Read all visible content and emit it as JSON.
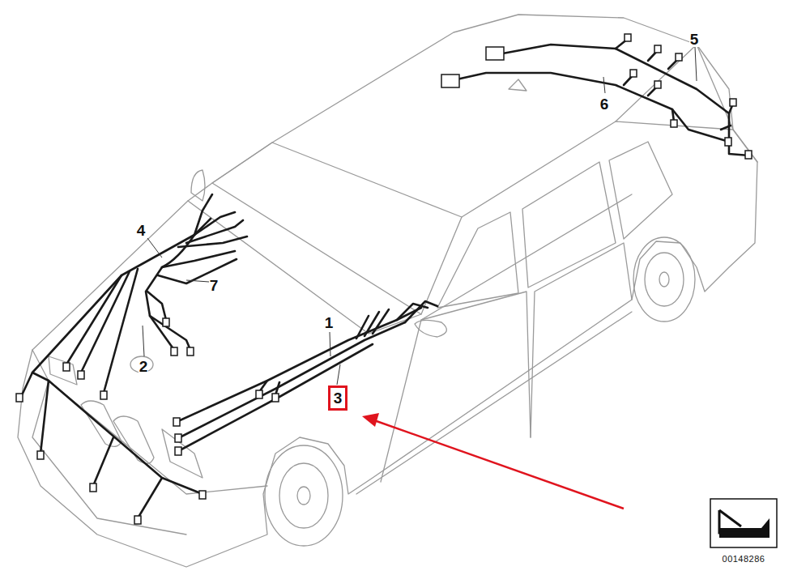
{
  "diagram": {
    "nodes": [
      {
        "text": [
          "3"
        ]
      }
    ],
    "labels": [
      "4",
      "7",
      "2",
      "1",
      "5",
      "6",
      "00148286"
    ]
  }
}
